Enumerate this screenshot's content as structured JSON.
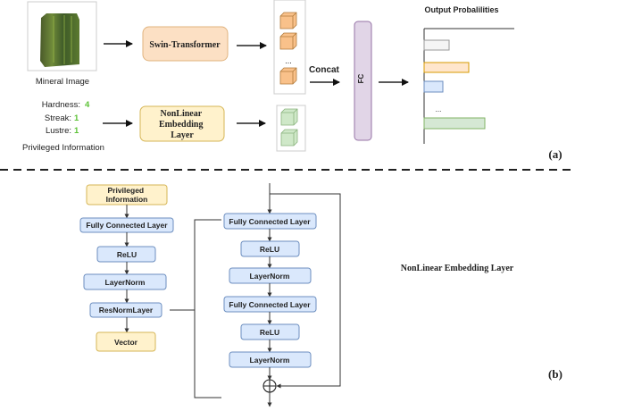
{
  "panel_a": {
    "mineral_label": "Mineral Image",
    "swin_label": "Swin-Transformer",
    "nonlinear_label": [
      "NonLinear",
      "Embedding",
      "Layer"
    ],
    "privileged": [
      {
        "key": "Hardness:",
        "value": "4"
      },
      {
        "key": "Streak:",
        "value": "1"
      },
      {
        "key": "Lustre:",
        "value": "1"
      }
    ],
    "privileged_label": "Privileged Information",
    "ellipsis": "...",
    "concat_label": "Concat",
    "fc_label": "FC",
    "output_label": "Output Probalilities",
    "panel_tag": "(a)",
    "colors": {
      "swin": "#fce0c4",
      "nonlinear": "#fff2cc",
      "fc": "#e1d5e7",
      "value_green": "#5cc236"
    }
  },
  "panel_b": {
    "left_stack": [
      "Privileged Information",
      "Fully Connected Layer",
      "ReLU",
      "LayerNorm",
      "ResNormLayer",
      "Vector"
    ],
    "privileged_lines": [
      "Privileged",
      "Information"
    ],
    "right_stack": [
      "Fully Connected Layer",
      "ReLU",
      "LayerNorm",
      "Fully Connected Layer",
      "ReLU",
      "LayerNorm"
    ],
    "title": "NonLinear Embedding Layer",
    "panel_tag": "(b)"
  }
}
